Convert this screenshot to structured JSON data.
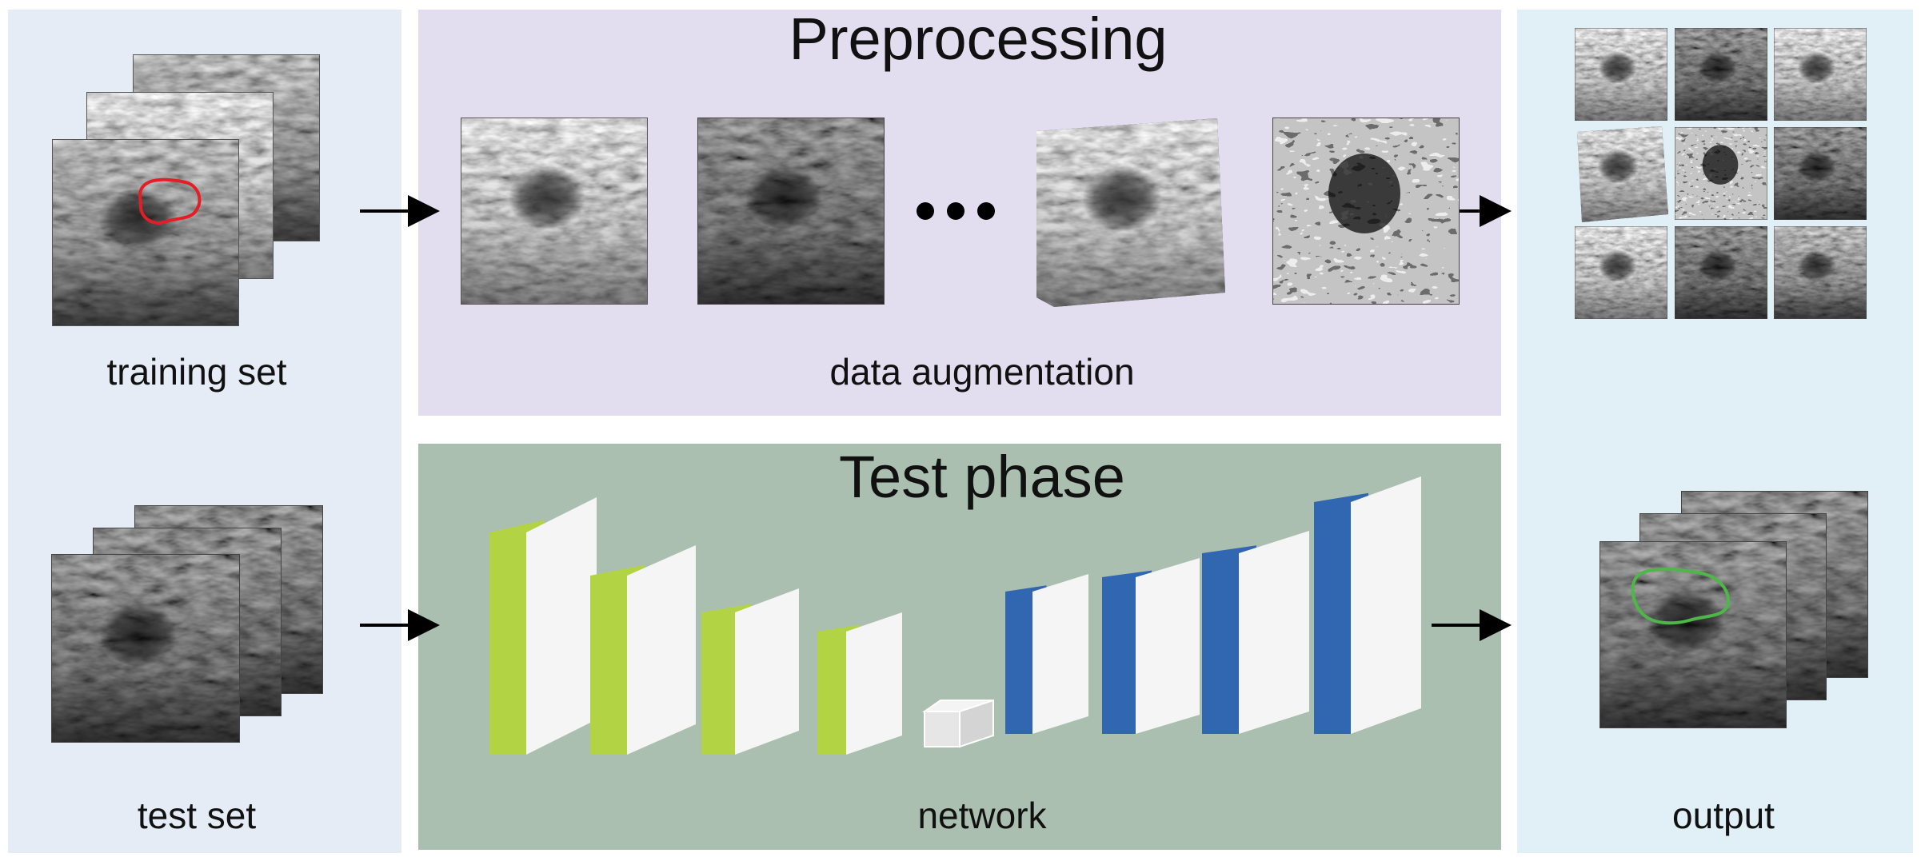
{
  "left_panel": {
    "training_label": "training set",
    "test_label": "test set"
  },
  "preprocessing": {
    "title": "Preprocessing",
    "caption": "data augmentation"
  },
  "test_phase": {
    "title": "Test phase",
    "caption": "network"
  },
  "right_panel": {
    "output_label": "output"
  },
  "colors": {
    "left_panel_bg": "#e6ecf6",
    "preprocessing_bg": "#e2deef",
    "test_phase_bg": "#abbfb1",
    "right_panel_bg": "#e1eff7",
    "encoder_green": "#b2d343",
    "decoder_blue": "#3166b1",
    "block_face": "#f5f5f5",
    "training_contour": "#e41e26",
    "output_contour": "#4db748"
  }
}
